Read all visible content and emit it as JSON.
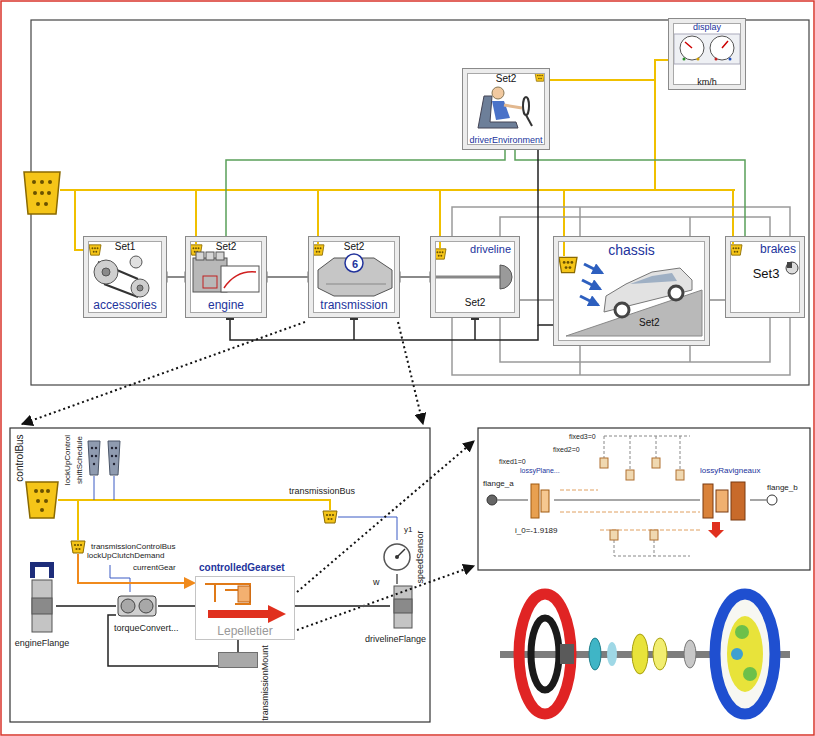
{
  "diagram": {
    "nodes": [
      {
        "text": [
          "Set2",
          "driverEnvironment"
        ]
      },
      {
        "text": [
          "display",
          "km/h"
        ]
      },
      {
        "text": [
          "Set1",
          "accessories"
        ]
      },
      {
        "text": [
          "Set2",
          "engine"
        ]
      },
      {
        "text": [
          "Set2",
          "6",
          "transmission"
        ]
      },
      {
        "text": [
          "driveline",
          "Set2"
        ]
      },
      {
        "text": [
          "chassis",
          "Set2"
        ]
      },
      {
        "text": [
          "brakes",
          "Set3"
        ]
      },
      {
        "text": [
          "engineFlange"
        ]
      },
      {
        "text": [
          "torqueConvert..."
        ]
      },
      {
        "text": [
          "controlledGearset",
          "Lepelletier"
        ]
      },
      {
        "text": [
          "transmissionMount"
        ]
      },
      {
        "text": [
          "speedSensor"
        ]
      },
      {
        "text": [
          "drivelineFlange"
        ]
      },
      {
        "text": [
          "lossyPlane..."
        ]
      },
      {
        "text": [
          "lossyRavigneaux"
        ]
      }
    ],
    "edges": [
      {
        "from": 2,
        "to": 3,
        "arrow": "none"
      },
      {
        "from": 3,
        "to": 4,
        "arrow": "none"
      },
      {
        "from": 4,
        "to": 5,
        "arrow": "none"
      },
      {
        "from": 5,
        "to": 6,
        "arrow": "none"
      },
      {
        "from": 6,
        "to": 7,
        "arrow": "none"
      },
      {
        "from": 3,
        "to": 0,
        "arrow": "none"
      },
      {
        "from": 0,
        "to": 7,
        "arrow": "none"
      },
      {
        "from": 0,
        "to": 1,
        "arrow": "none"
      },
      {
        "from": 0,
        "to": 6,
        "arrow": "none"
      },
      {
        "from": 8,
        "to": 9,
        "arrow": "none"
      },
      {
        "from": 9,
        "to": 10,
        "arrow": "none"
      },
      {
        "from": 10,
        "to": 13,
        "arrow": "none"
      },
      {
        "from": 9,
        "to": 11,
        "arrow": "none"
      },
      {
        "from": 10,
        "to": 11,
        "arrow": "none"
      },
      {
        "from": 12,
        "to": 13,
        "arrow": "none"
      },
      {
        "from": 14,
        "to": 15,
        "arrow": "none"
      }
    ],
    "labels": [
      "controlBus",
      "lockUpControl",
      "shiftSchedule",
      "transmissionBus",
      "transmissionControlBus",
      "lockUpClutchDemand",
      "currentGear",
      "w",
      "y1",
      "flange_a",
      "flange_b",
      "fixed3=0",
      "fixed2=0",
      "fixed1=0",
      "i_0=-1.9189"
    ]
  }
}
